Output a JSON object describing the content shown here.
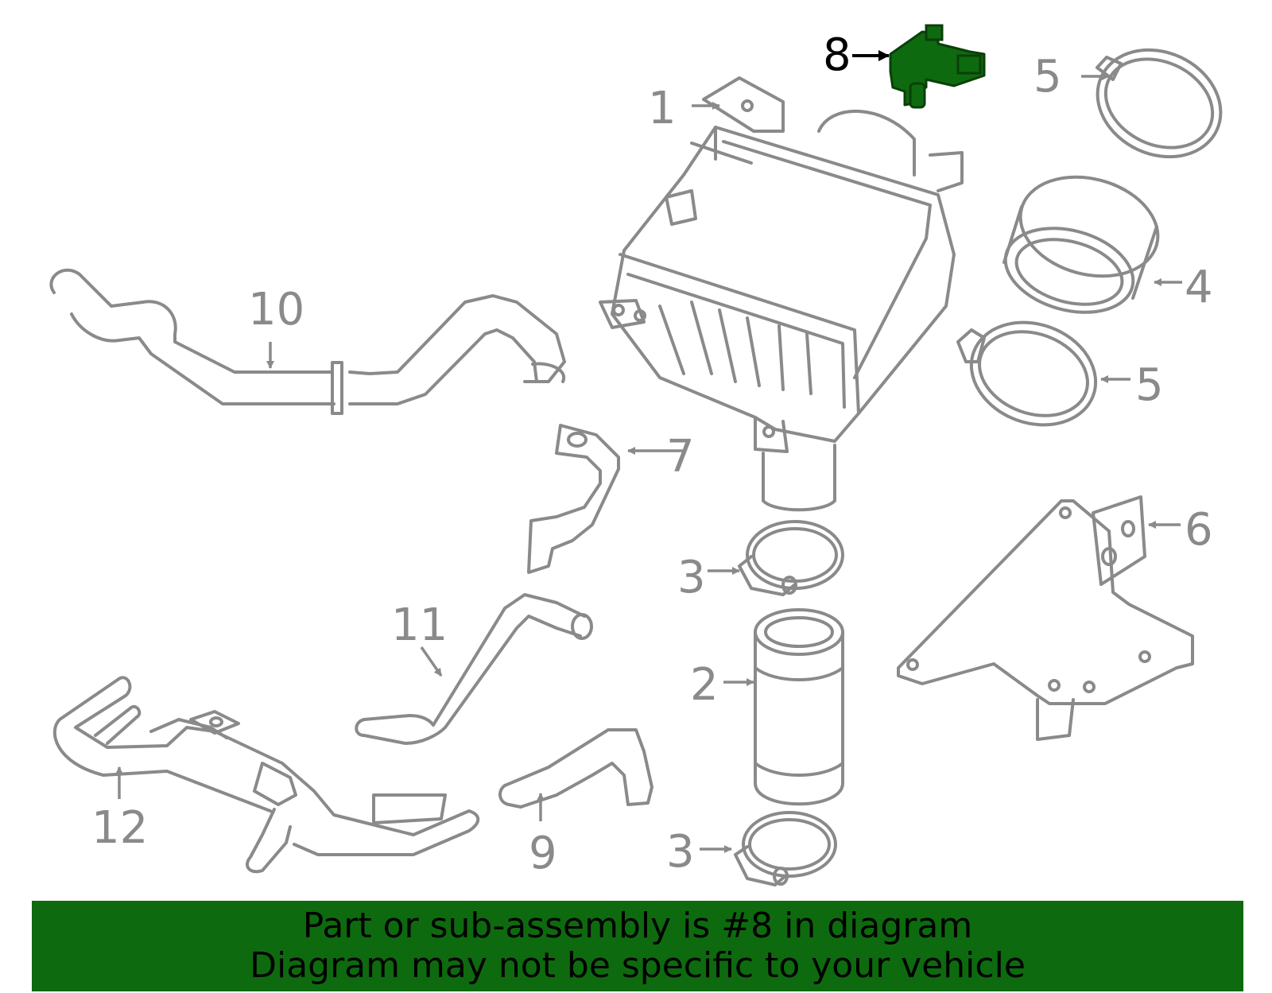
{
  "banner": {
    "line1": "Part or sub-assembly is #8 in diagram",
    "line2": "Diagram may not be specific to your vehicle"
  },
  "callouts": {
    "c1": "1",
    "c2": "2",
    "c3a": "3",
    "c3b": "3",
    "c4": "4",
    "c5a": "5",
    "c5b": "5",
    "c6": "6",
    "c7": "7",
    "c8": "8",
    "c9": "9",
    "c10": "10",
    "c11": "11",
    "c12": "12"
  },
  "highlighted_part": "8",
  "colors": {
    "highlight": "#0e6a0e",
    "line": "#8a8a8a",
    "banner": "#0e6a0e"
  }
}
